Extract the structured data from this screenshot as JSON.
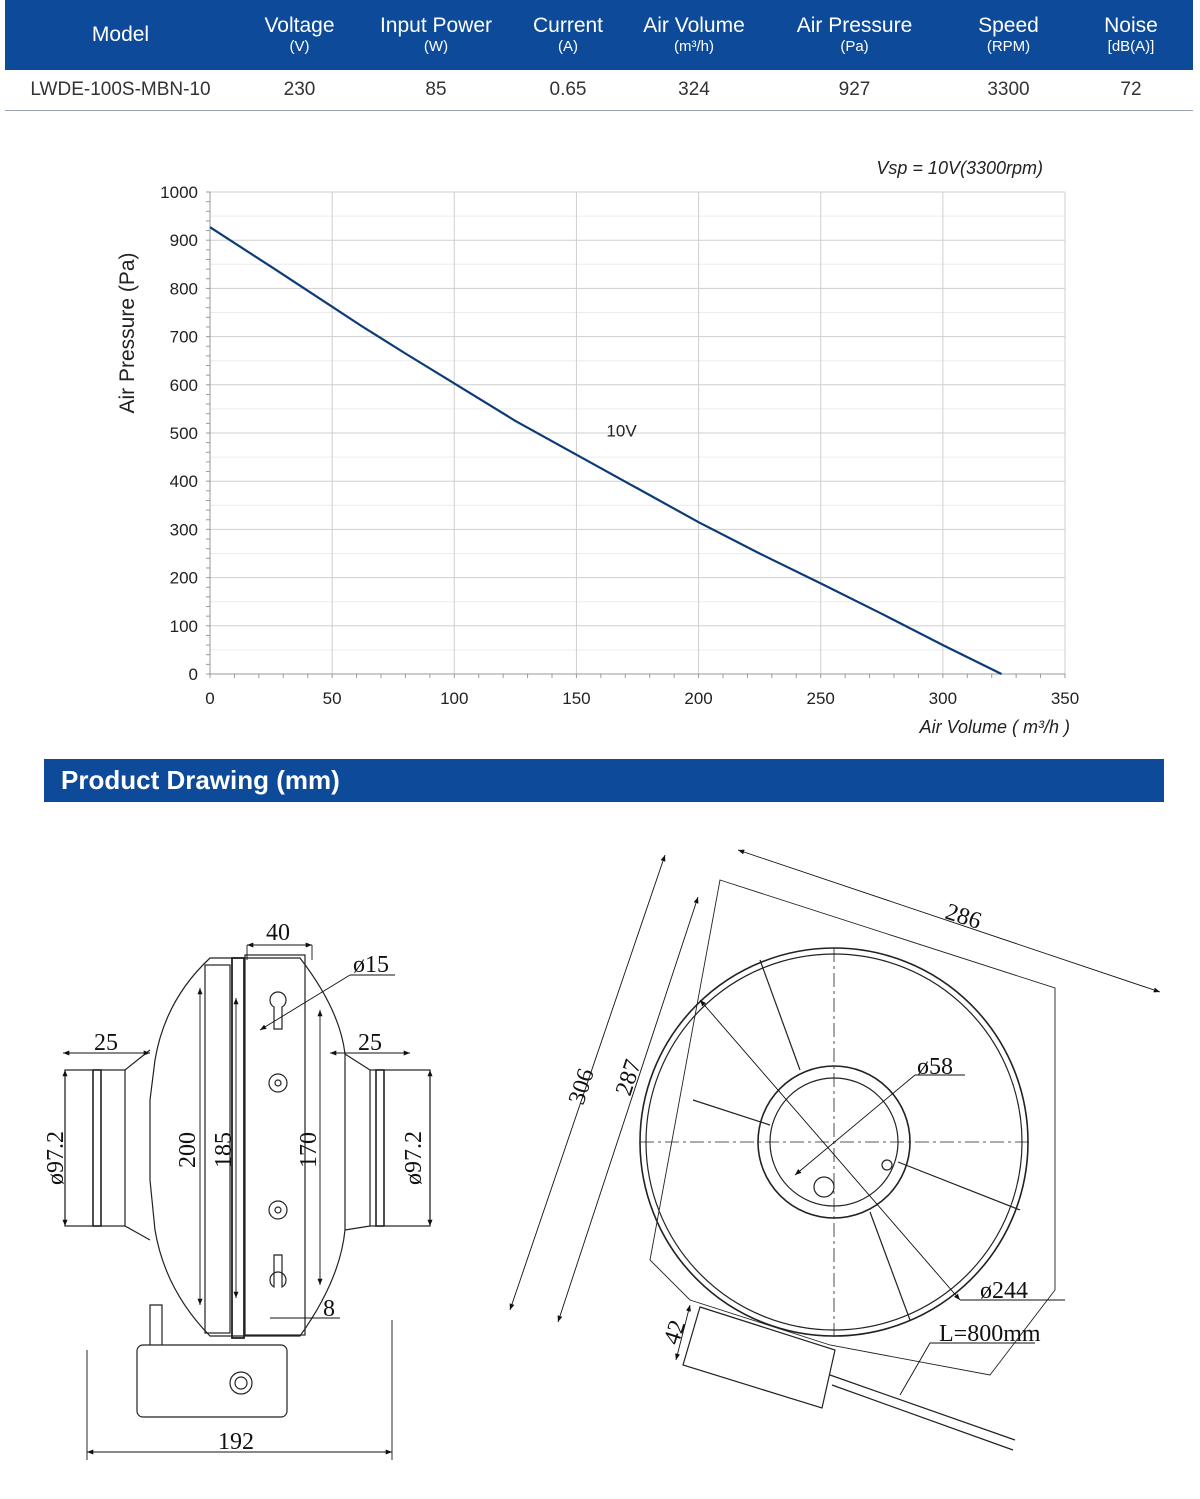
{
  "spec_table": {
    "headers": [
      {
        "name": "Model",
        "unit": ""
      },
      {
        "name": "Voltage",
        "unit": "(V)"
      },
      {
        "name": "Input Power",
        "unit": "(W)"
      },
      {
        "name": "Current",
        "unit": "(A)"
      },
      {
        "name": "Air Volume",
        "unit": "(m³/h)"
      },
      {
        "name": "Air Pressure",
        "unit": "(Pa)"
      },
      {
        "name": "Speed",
        "unit": "(RPM)"
      },
      {
        "name": "Noise",
        "unit": "[dB(A)]"
      }
    ],
    "row": [
      "LWDE-100S-MBN-10",
      "230",
      "85",
      "0.65",
      "324",
      "927",
      "3300",
      "72"
    ],
    "header_color": "#0e4a9a"
  },
  "chart_data": {
    "type": "line",
    "annotation": "Vsp = 10V(3300rpm)",
    "xlabel": "Air Volume ( m³/h )",
    "ylabel": "Air Pressure  (Pa)",
    "xlim": [
      0,
      350
    ],
    "ylim": [
      0,
      1000
    ],
    "xticks": [
      0,
      50,
      100,
      150,
      200,
      250,
      300,
      350
    ],
    "yticks": [
      0,
      100,
      200,
      300,
      400,
      500,
      600,
      700,
      800,
      900,
      1000
    ],
    "grid": true,
    "series": [
      {
        "name": "10V",
        "color": "#0d3a78",
        "x": [
          0,
          25,
          50,
          62,
          80,
          100,
          125,
          150,
          175,
          200,
          225,
          250,
          275,
          300,
          324
        ],
        "y": [
          927,
          845,
          762,
          722,
          665,
          603,
          525,
          455,
          385,
          315,
          250,
          188,
          125,
          60,
          0
        ]
      }
    ]
  },
  "section": {
    "title": "Product Drawing (mm)"
  },
  "drawing": {
    "side_view": {
      "width_40": "40",
      "hole_d15": "ø15",
      "collar_left": "25",
      "collar_right": "25",
      "duct_left": "ø97.2",
      "duct_right": "ø97.2",
      "h200": "200",
      "h185": "185",
      "h170": "170",
      "slot8": "8",
      "overall_192": "192"
    },
    "top_view": {
      "dim286": "286",
      "dim306": "306",
      "dim287": "287",
      "hub_d58": "ø58",
      "outer_d244": "ø244",
      "box42": "42",
      "cable": "L=800mm"
    }
  }
}
